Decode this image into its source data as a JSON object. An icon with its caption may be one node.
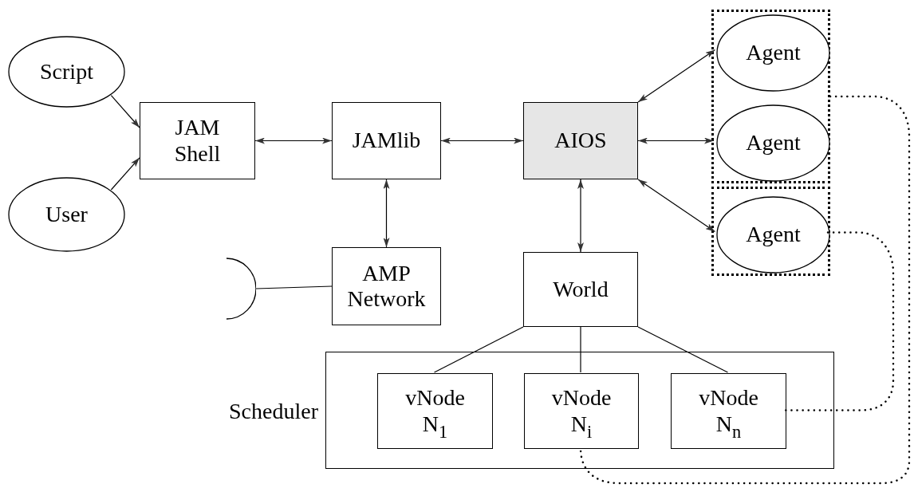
{
  "diagram": {
    "nodes": [
      {
        "text": [
          "Script"
        ]
      },
      {
        "text": [
          "User"
        ]
      },
      {
        "text": [
          "JAM Shell"
        ]
      },
      {
        "text": [
          "JAMlib"
        ]
      },
      {
        "text": [
          "AIOS"
        ]
      },
      {
        "text": [],
        "shape": "box"
      },
      {
        "text": [
          "Agent"
        ],
        "in": 5
      },
      {
        "text": [
          "Agent"
        ],
        "in": 5
      },
      {
        "text": [],
        "shape": "box"
      },
      {
        "text": [
          "Agent"
        ],
        "in": 8
      },
      {
        "text": [
          "AMP Network"
        ]
      },
      {
        "text": [],
        "shape": "arc"
      },
      {
        "text": [
          "World"
        ]
      },
      {
        "text": [],
        "shape": "box",
        "beside": [
          "Scheduler"
        ]
      },
      {
        "text": [
          "vNode N$_{1}$"
        ],
        "in": 13
      },
      {
        "text": [
          "vNode N$_{i}$"
        ],
        "in": 13
      },
      {
        "text": [
          "vNode N$_{n}$"
        ],
        "in": 13
      }
    ],
    "edges": [
      {
        "from": 0,
        "to": 2,
        "arrow": "to"
      },
      {
        "from": 1,
        "to": 2,
        "arrow": "to"
      },
      {
        "from": 2,
        "to": 3,
        "arrow": "both"
      },
      {
        "from": 3,
        "to": 4,
        "arrow": "both"
      },
      {
        "from": 3,
        "to": 10,
        "arrow": "both"
      },
      {
        "from": 4,
        "to": 6,
        "arrow": "both"
      },
      {
        "from": 4,
        "to": 7,
        "arrow": "both"
      },
      {
        "from": 4,
        "to": 9,
        "arrow": "both"
      },
      {
        "from": 4,
        "to": 12,
        "arrow": "both"
      },
      {
        "from": 10,
        "to": 11,
        "arrow": "none"
      },
      {
        "from": 12,
        "to": 14,
        "arrow": "none"
      },
      {
        "from": 12,
        "to": 15,
        "arrow": "none"
      },
      {
        "from": 12,
        "to": 16,
        "arrow": "none"
      },
      {
        "from": 5,
        "to": 15,
        "arrow": "none",
        "style": "dashed"
      },
      {
        "from": 9,
        "to": 16,
        "arrow": "none",
        "style": "dashed"
      }
    ]
  }
}
